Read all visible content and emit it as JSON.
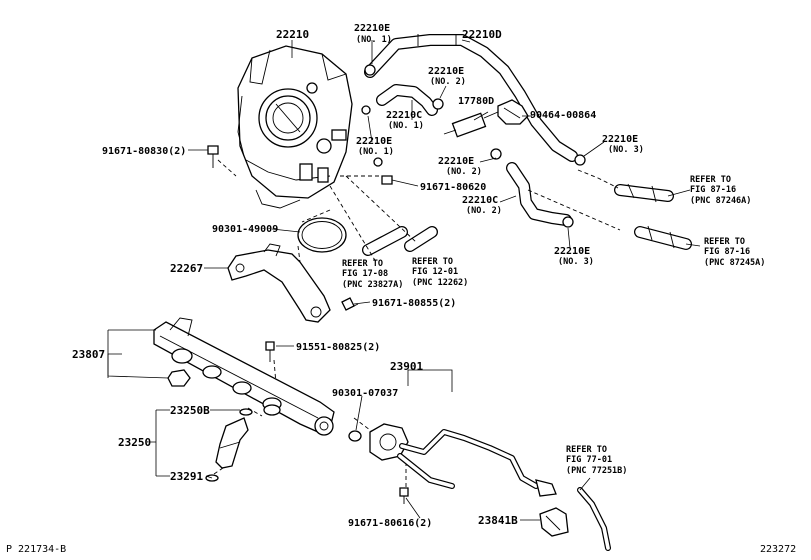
{
  "callouts": {
    "c22210": "22210",
    "c22210E_top": "22210E",
    "c22210E_top_no": "(NO. 1)",
    "c22210D": "22210D",
    "c22210E_n2": "22210E",
    "c22210E_n2_no": "(NO. 2)",
    "c22210C_n1": "22210C",
    "c22210C_n1_no": "(NO. 1)",
    "c17780D": "17780D",
    "c90464": "90464-00864",
    "c22210E_mid": "22210E",
    "c22210E_mid_no": "(NO. 1)",
    "c22210E_r3": "22210E",
    "c22210E_r3_no": "(NO. 3)",
    "c91671_80830": "91671-80830(2)",
    "c22210E_n2b": "22210E",
    "c22210E_n2b_no": "(NO. 2)",
    "c91671_80620": "91671-80620",
    "c22210C_n2": "22210C",
    "c22210C_n2_no": "(NO. 2)",
    "c90301_49009": "90301-49009",
    "c22210E_n3b": "22210E",
    "c22210E_n3b_no": "(NO. 3)",
    "c22267": "22267",
    "c91671_80855": "91671-80855(2)",
    "c23807": "23807",
    "c91551": "91551-80825(2)",
    "c23901": "23901",
    "c90301_07037": "90301-07037",
    "c23250B": "23250B",
    "c23250": "23250",
    "c23291": "23291",
    "c91671_80616": "91671-80616(2)",
    "c23841B": "23841B"
  },
  "refs": {
    "r1": [
      "REFER TO",
      "FIG 87-16",
      "(PNC 87246A)"
    ],
    "r2": [
      "REFER TO",
      "FIG 87-16",
      "(PNC 87245A)"
    ],
    "r3": [
      "REFER TO",
      "FIG 17-08",
      "(PNC 23827A)"
    ],
    "r4": [
      "REFER TO",
      "FIG 12-01",
      "(PNC 12262)"
    ],
    "r5": [
      "REFER TO",
      "FIG 77-01",
      "(PNC 77251B)"
    ]
  },
  "footer": {
    "left_code": "P  221734-B",
    "right_code": "223272"
  }
}
